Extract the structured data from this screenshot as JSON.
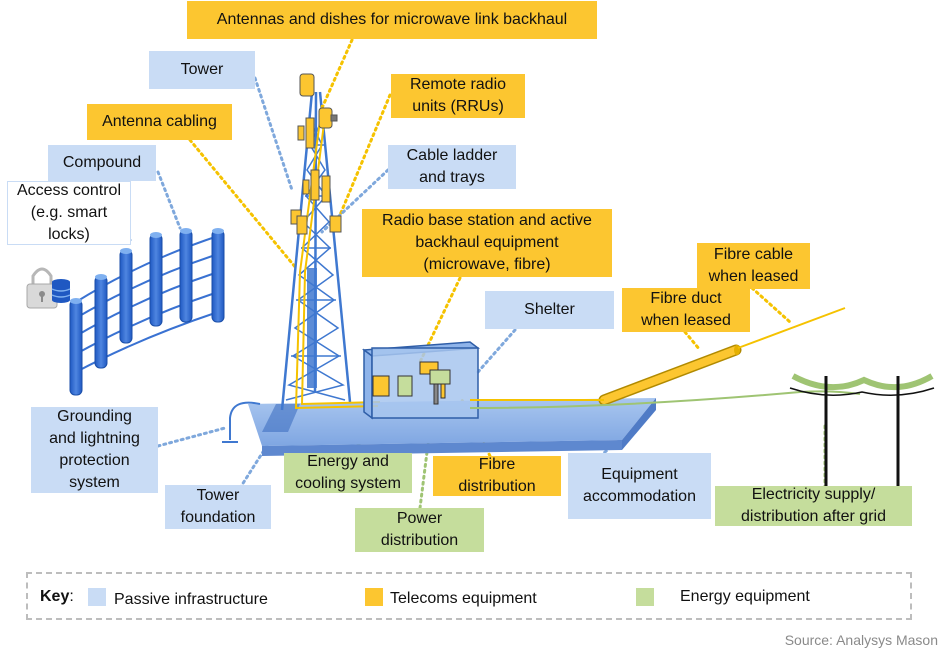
{
  "labels": {
    "antennas_dishes": "Antennas and dishes for microwave link backhaul",
    "tower": "Tower",
    "rru": "Remote radio\nunits (RRUs)",
    "antenna_cabling": "Antenna cabling",
    "cable_ladder": "Cable ladder\nand trays",
    "compound": "Compound",
    "access_control": "Access control\n(e.g. smart\nlocks)",
    "radio_base_station": "Radio base station and active\nbackhaul equipment\n(microwave, fibre)",
    "fibre_cable": "Fibre cable\nwhen leased",
    "fibre_duct": "Fibre duct\nwhen leased",
    "shelter": "Shelter",
    "grounding": "Grounding\nand lightning\nprotection\nsystem",
    "tower_foundation": "Tower\nfoundation",
    "energy_cooling": "Energy and\ncooling system",
    "fibre_distribution": "Fibre\ndistribution",
    "equipment_accommodation": "Equipment\naccommodation",
    "electricity_supply": "Electricity supply/\ndistribution after grid",
    "power_distribution": "Power\ndistribution"
  },
  "key": {
    "title": "Key",
    "title_suffix": ":",
    "passive": "Passive infrastructure",
    "telecoms": "Telecoms equipment",
    "energy": "Energy equipment"
  },
  "source": "Source: Analysys Mason",
  "colors": {
    "passive": "#c9dcf5",
    "telecoms": "#fcc630",
    "energy": "#c5dd9c",
    "tower_blue": "#3f78d0",
    "leader_blue": "#7fa8dc",
    "leader_yellow": "#f5c200",
    "leader_green": "#9fc473"
  }
}
